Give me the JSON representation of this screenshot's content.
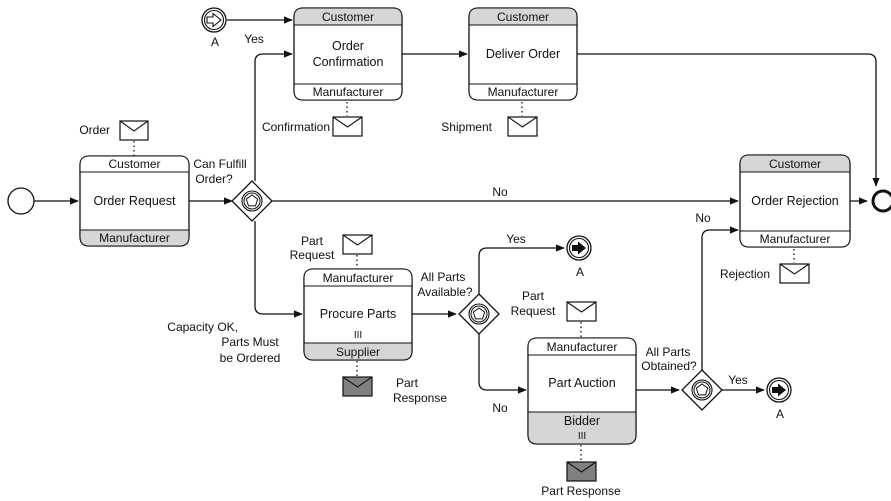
{
  "start_event": {
    "name": "start"
  },
  "end_event": {
    "name": "end"
  },
  "gateways": {
    "can_fulfill": {
      "label_line1": "Can Fulfill",
      "label_line2": "Order?"
    },
    "all_available": {
      "label_line1": "All Parts",
      "label_line2": "Available?"
    },
    "all_obtained": {
      "label_line1": "All Parts",
      "label_line2": "Obtained?"
    }
  },
  "tasks": {
    "order_request": {
      "top": "Customer",
      "name": "Order Request",
      "bottom": "Manufacturer"
    },
    "order_confirmation": {
      "top": "Customer",
      "name_line1": "Order",
      "name_line2": "Confirmation",
      "bottom": "Manufacturer"
    },
    "deliver_order": {
      "top": "Customer",
      "name": "Deliver Order",
      "bottom": "Manufacturer"
    },
    "order_rejection": {
      "top": "Customer",
      "name": "Order Rejection",
      "bottom": "Manufacturer"
    },
    "procure_parts": {
      "top": "Manufacturer",
      "name": "Procure Parts",
      "marker": "III",
      "bottom": "Supplier"
    },
    "part_auction": {
      "top": "Manufacturer",
      "name": "Part Auction",
      "bottom": "Bidder",
      "marker": "III"
    }
  },
  "links": {
    "link_catch_a": "A",
    "link_throw_available": "A",
    "link_throw_obtained": "A"
  },
  "flow_labels": {
    "yes_confirm": "Yes",
    "no_reject": "No",
    "capacity_line1": "Capacity OK,",
    "capacity_line2": "Parts Must",
    "capacity_line3": "be Ordered",
    "yes_available": "Yes",
    "no_available": "No",
    "no_obtained": "No",
    "yes_obtained": "Yes"
  },
  "messages": {
    "order": "Order",
    "confirmation": "Confirmation",
    "shipment": "Shipment",
    "rejection": "Rejection",
    "part_request_1_line1": "Part",
    "part_request_1_line2": "Request",
    "part_response_1_line1": "Part",
    "part_response_1_line2": "Response",
    "part_request_2_line1": "Part",
    "part_request_2_line2": "Request",
    "part_response_2": "Part Response"
  }
}
